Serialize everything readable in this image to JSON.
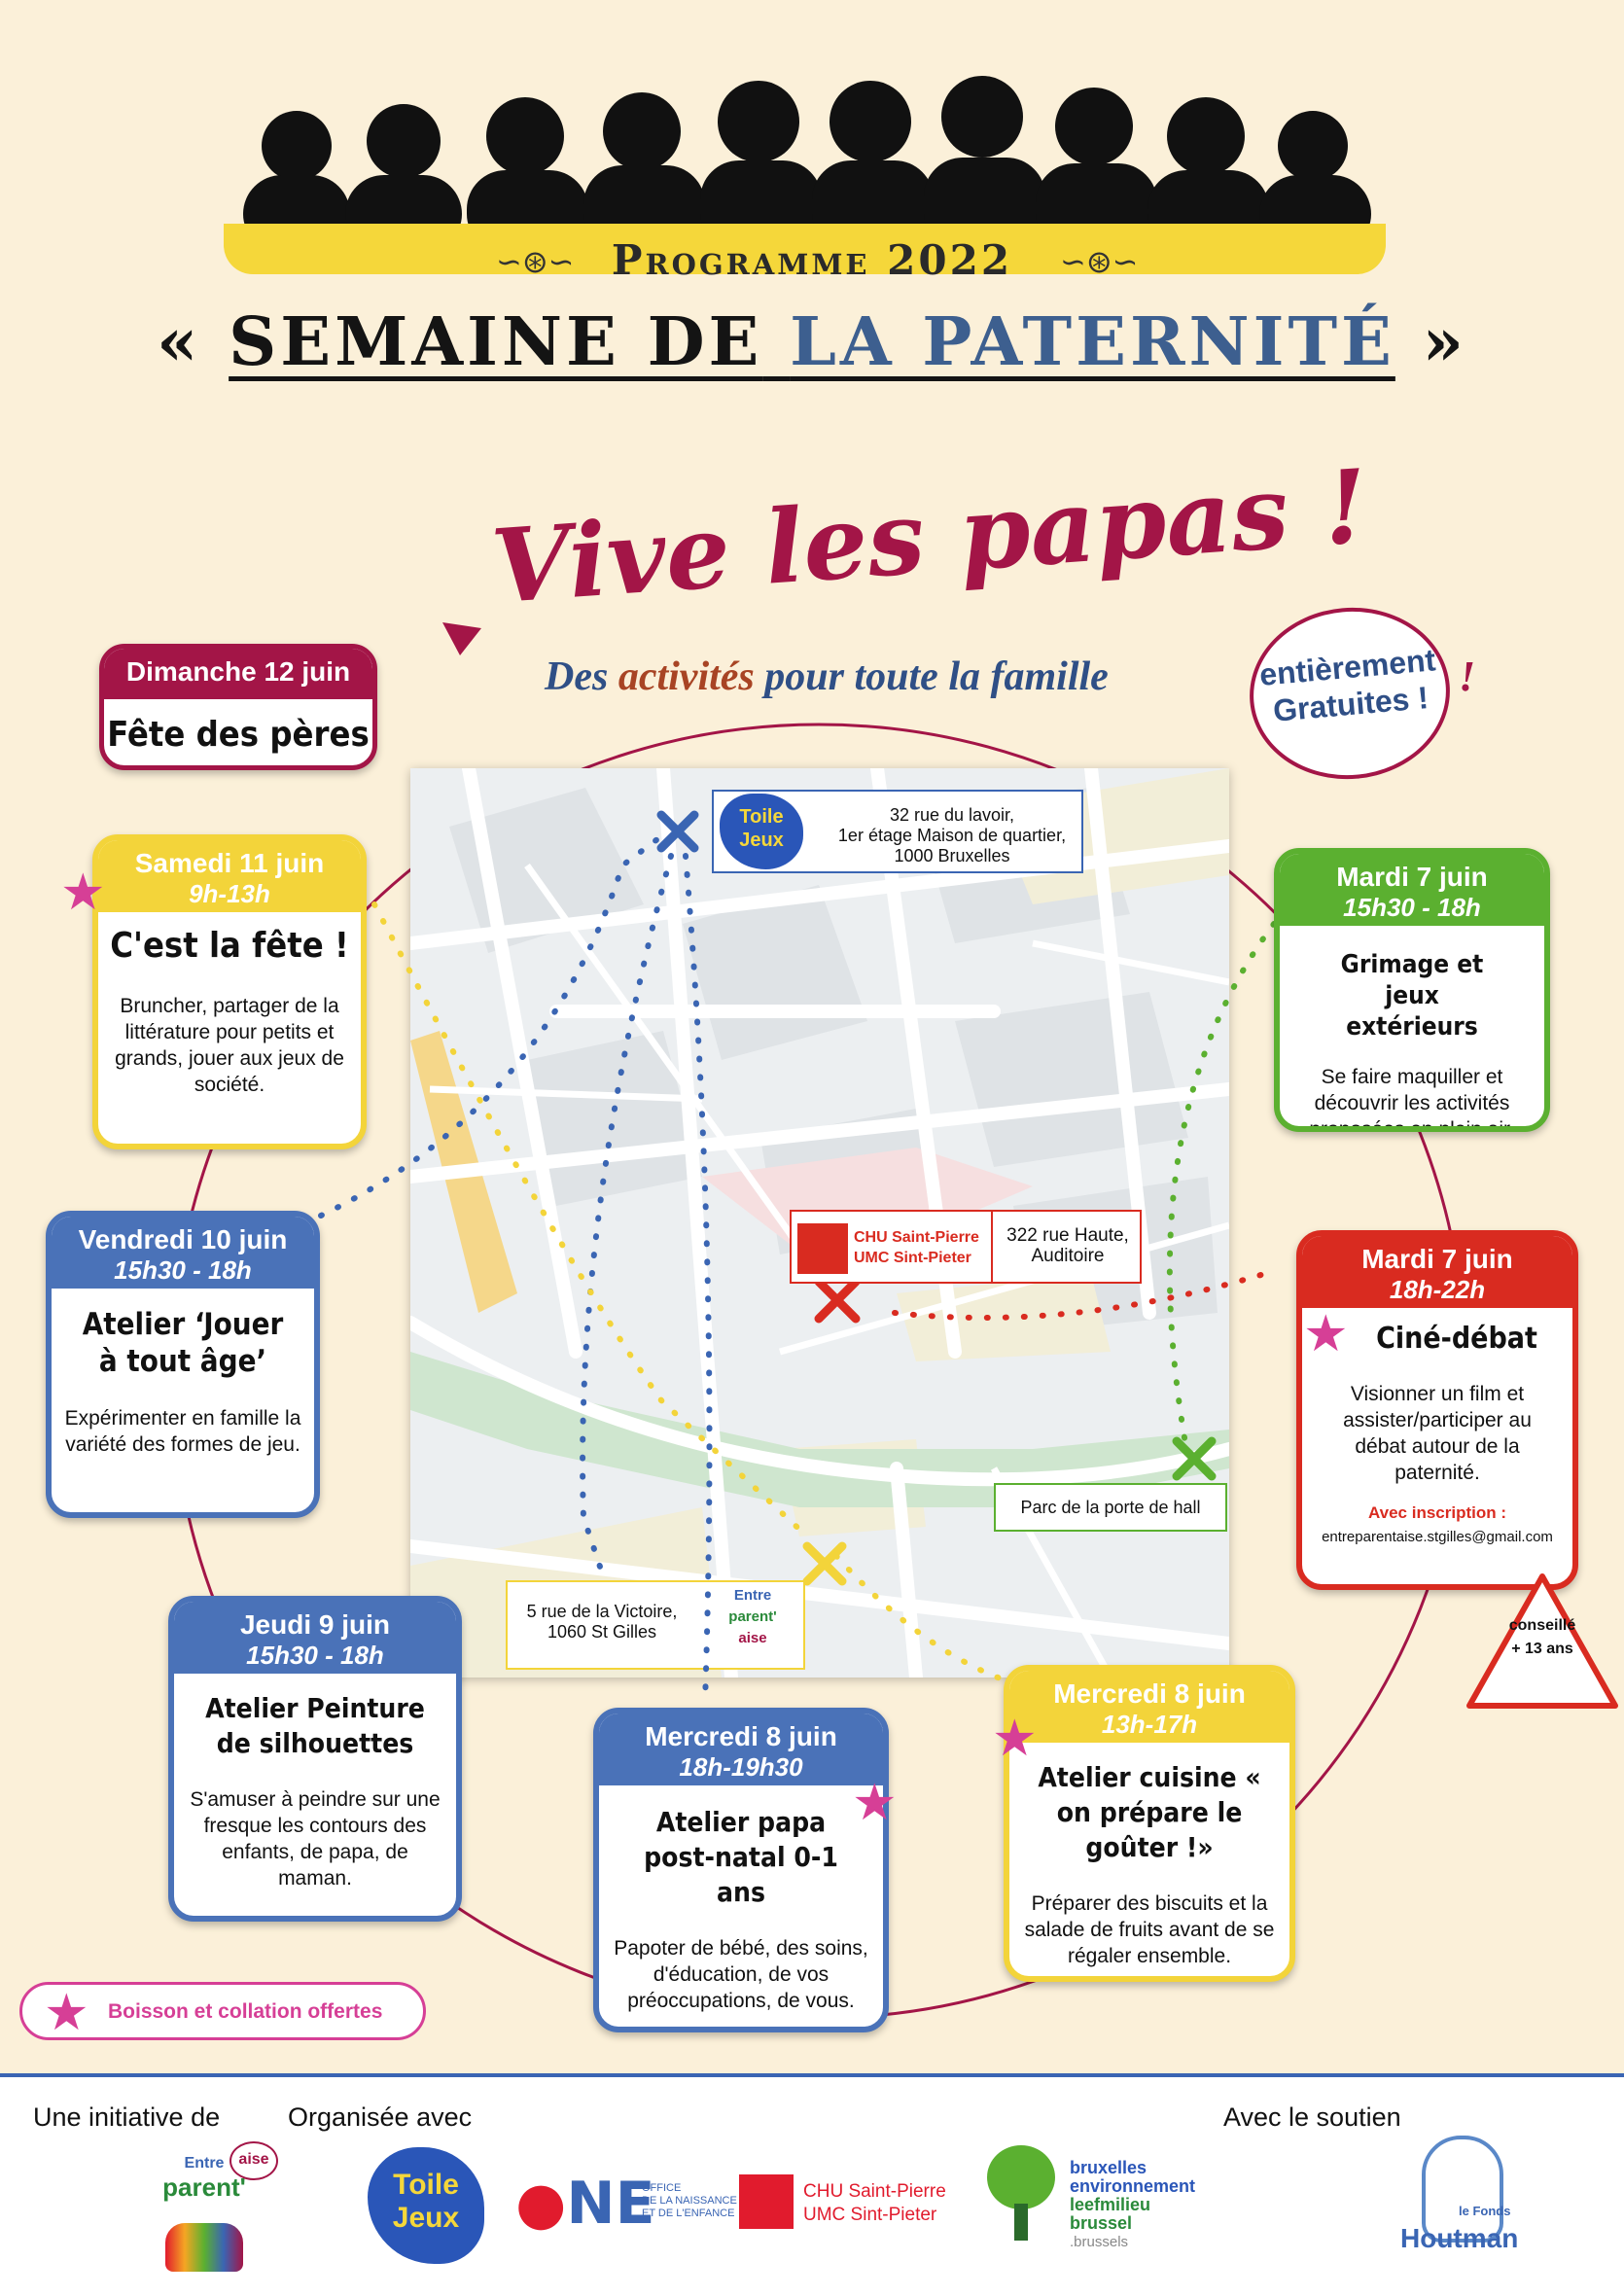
{
  "header": {
    "program": "Programme 2022",
    "title_open": "« ",
    "title_part1": "SEMAINE DE",
    "title_part2": "LA PATERNITÉ",
    "title_close": " »",
    "slogan": "Vive les papas !",
    "subtitle_a": "Des",
    "subtitle_b": "activités",
    "subtitle_c": "pour toute la famille",
    "subtitle_end": "!",
    "free_1": "entièrement",
    "free_2": "Gratuites !"
  },
  "map": {
    "addr_toile_1": "32 rue du lavoir,",
    "addr_toile_2": "1er étage Maison de quartier,",
    "addr_toile_3": "1000 Bruxelles",
    "chu_1": "CHU Saint-Pierre",
    "chu_2": "UMC Sint-Pieter",
    "addr_chu_1": "322 rue Haute,",
    "addr_chu_2": "Auditoire",
    "addr_parc": "Parc de la porte de hall",
    "addr_victoire_1": "5 rue de la Victoire,",
    "addr_victoire_2": "1060 St Gilles",
    "toile_logo_1": "Toile",
    "toile_logo_2": "Jeux",
    "parent_logo_1": "Entre",
    "parent_logo_2": "parent'",
    "parent_logo_3": "aise"
  },
  "events": [
    {
      "day": "Dimanche 12 juin",
      "time": "",
      "name": "Fête des pères",
      "desc": ""
    },
    {
      "day": "Samedi 11 juin",
      "time": "9h-13h",
      "name": "C'est la fête !",
      "desc": "Bruncher, partager de la littérature pour petits et grands, jouer aux jeux de société."
    },
    {
      "day": "Vendredi 10 juin",
      "time": "15h30 - 18h",
      "name": "Atelier ‘Jouer à tout âge’",
      "desc": "Expérimenter en famille la variété des formes de jeu."
    },
    {
      "day": "Jeudi 9 juin",
      "time": "15h30 - 18h",
      "name": "Atelier Peinture de silhouettes",
      "desc": "S'amuser à peindre sur une fresque les contours des enfants, de papa, de maman."
    },
    {
      "day": "Mercredi 8 juin",
      "time": "18h-19h30",
      "name": "Atelier papa post-natal 0-1 ans",
      "desc": "Papoter de bébé, des soins, d'éducation, de vos préoccupations, de vous."
    },
    {
      "day": "Mercredi 8 juin",
      "time": "13h-17h",
      "name": "Atelier cuisine « on prépare le goûter !»",
      "desc": "Préparer des biscuits et la salade de fruits avant de se régaler ensemble."
    },
    {
      "day": "Mardi 7 juin",
      "time": "18h-22h",
      "name": "Ciné-débat",
      "desc": "Visionner un film et assister/participer au débat autour de la paternité.",
      "note": "Avec inscription :",
      "email": "entreparentaise.stgilles@gmail.com"
    },
    {
      "day": "Mardi 7 juin",
      "time": "15h30 - 18h",
      "name": "Grimage et jeux extérieurs",
      "desc": "Se faire maquiller et découvrir les activités proposées en plein air."
    }
  ],
  "legend": "Boisson et collation offertes",
  "warning_1": "conseillé",
  "warning_2": "+ 13 ans",
  "footer": {
    "initiative": "Une initiative de",
    "organised": "Organisée avec",
    "support": "Avec le soutien",
    "one_1": "OFFICE",
    "one_2": "DE LA NAISSANCE",
    "one_3": "ET DE L'ENFANCE",
    "be_1": "bruxelles",
    "be_2": "environnement",
    "be_3": "leefmilieu",
    "be_4": "brussel",
    "be_5": ".brussels",
    "houtman_1": "le Fonds",
    "houtman_2": "Houtman"
  },
  "colors": {
    "blue": "#4a72b8",
    "yellow": "#f3d43a",
    "green": "#5bb030",
    "red": "#d92b20",
    "maroon": "#a31547",
    "pink": "#d63f96"
  }
}
